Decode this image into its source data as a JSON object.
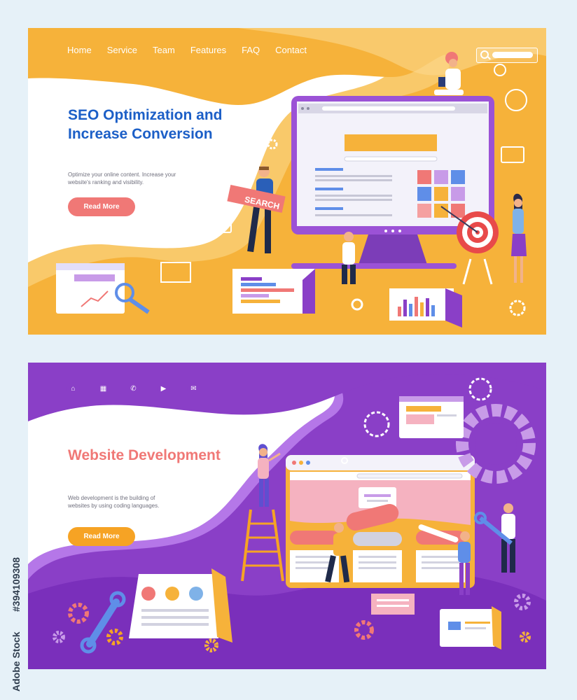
{
  "seo_page": {
    "nav": [
      "Home",
      "Service",
      "Team",
      "Features",
      "FAQ",
      "Contact"
    ],
    "search": {
      "placeholder": ""
    },
    "title": "SEO Optimization and Increase Conversion",
    "description": "Optimize your online content. Increase your website's ranking and visibility.",
    "read_more": "Read More",
    "search_sign": "SEARCH"
  },
  "dev_page": {
    "icons": [
      "home-icon",
      "keyboard-icon",
      "phone-icon",
      "play-icon",
      "mail-icon"
    ],
    "icon_glyphs": [
      "⌂",
      "▦",
      "✆",
      "▶",
      "✉"
    ],
    "title": "Website Development",
    "description": "Web development is the building of websites by using coding languages.",
    "read_more": "Read More"
  },
  "watermark": {
    "brand": "Adobe Stock",
    "id": "#394109308"
  },
  "colors": {
    "seo_yellow": "#f6b23a",
    "seo_blue": "#1c5fc7",
    "coral": "#f07876",
    "dev_purple": "#8a3fc7",
    "orange_button": "#f6a324"
  }
}
